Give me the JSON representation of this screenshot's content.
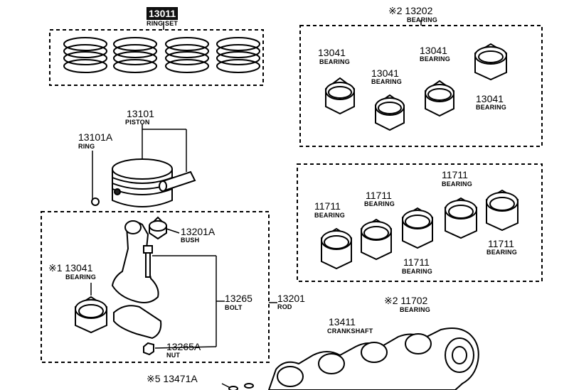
{
  "colors": {
    "ink": "#000000",
    "paper": "#ffffff",
    "shade": "#222222"
  },
  "parts": {
    "ring_set": {
      "number": "13011",
      "name": "RING SET"
    },
    "bearing_set_upper": {
      "note": "※2",
      "number": "13202",
      "name": "BEARING"
    },
    "bearing_a1": {
      "number": "13041",
      "name": "BEARING"
    },
    "bearing_a2": {
      "number": "13041",
      "name": "BEARING"
    },
    "bearing_a3": {
      "number": "13041",
      "name": "BEARING"
    },
    "bearing_a4": {
      "number": "13041",
      "name": "BEARING"
    },
    "piston": {
      "number": "13101",
      "name": "PISTON"
    },
    "piston_ring": {
      "number": "13101A",
      "name": "RING"
    },
    "bearing_b1": {
      "number": "11711",
      "name": "BEARING"
    },
    "bearing_b2": {
      "number": "11711",
      "name": "BEARING"
    },
    "bearing_b3": {
      "number": "11711",
      "name": "BEARING"
    },
    "bearing_b4": {
      "number": "11711",
      "name": "BEARING"
    },
    "bearing_b5": {
      "number": "11711",
      "name": "BEARING"
    },
    "bearing_set_lower": {
      "note": "※2",
      "number": "11702",
      "name": "BEARING"
    },
    "bush": {
      "number": "13201A",
      "name": "BUSH"
    },
    "rod_bearing": {
      "note": "※1",
      "number": "13041",
      "name": "BEARING"
    },
    "bolt": {
      "number": "13265",
      "name": "BOLT"
    },
    "rod": {
      "number": "13201",
      "name": "ROD"
    },
    "nut": {
      "number": "13265A",
      "name": "NUT"
    },
    "crankshaft": {
      "number": "13411",
      "name": "CRANKSHAFT"
    },
    "pin": {
      "note": "※5",
      "number": "13471A"
    }
  }
}
